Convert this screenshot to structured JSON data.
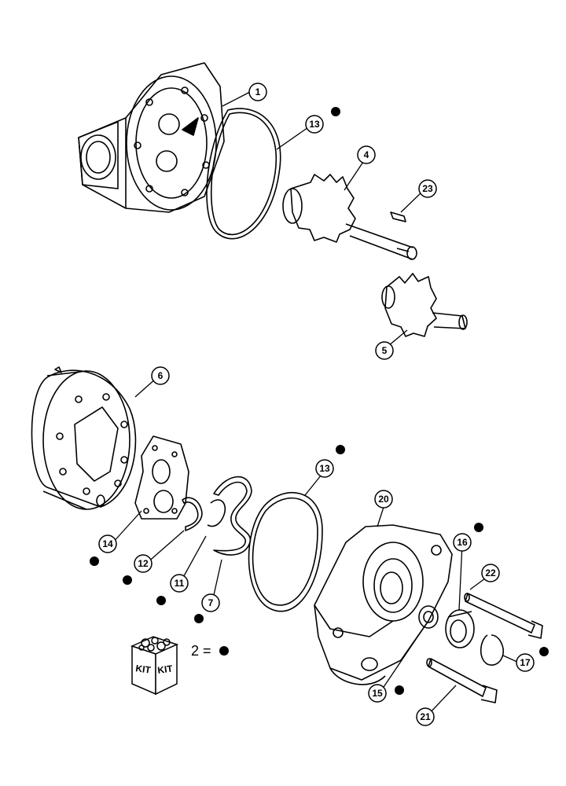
{
  "callouts": {
    "c1": "1",
    "c13a": "13",
    "c4": "4",
    "c23": "23",
    "c5": "5",
    "c6": "6",
    "c14": "14",
    "c12": "12",
    "c11": "11",
    "c7": "7",
    "c13b": "13",
    "c20": "20",
    "c16": "16",
    "c22": "22",
    "c17": "17",
    "c15": "15",
    "c21": "21"
  },
  "kit": {
    "label": "KIT"
  },
  "legend": {
    "text": "2 ="
  }
}
